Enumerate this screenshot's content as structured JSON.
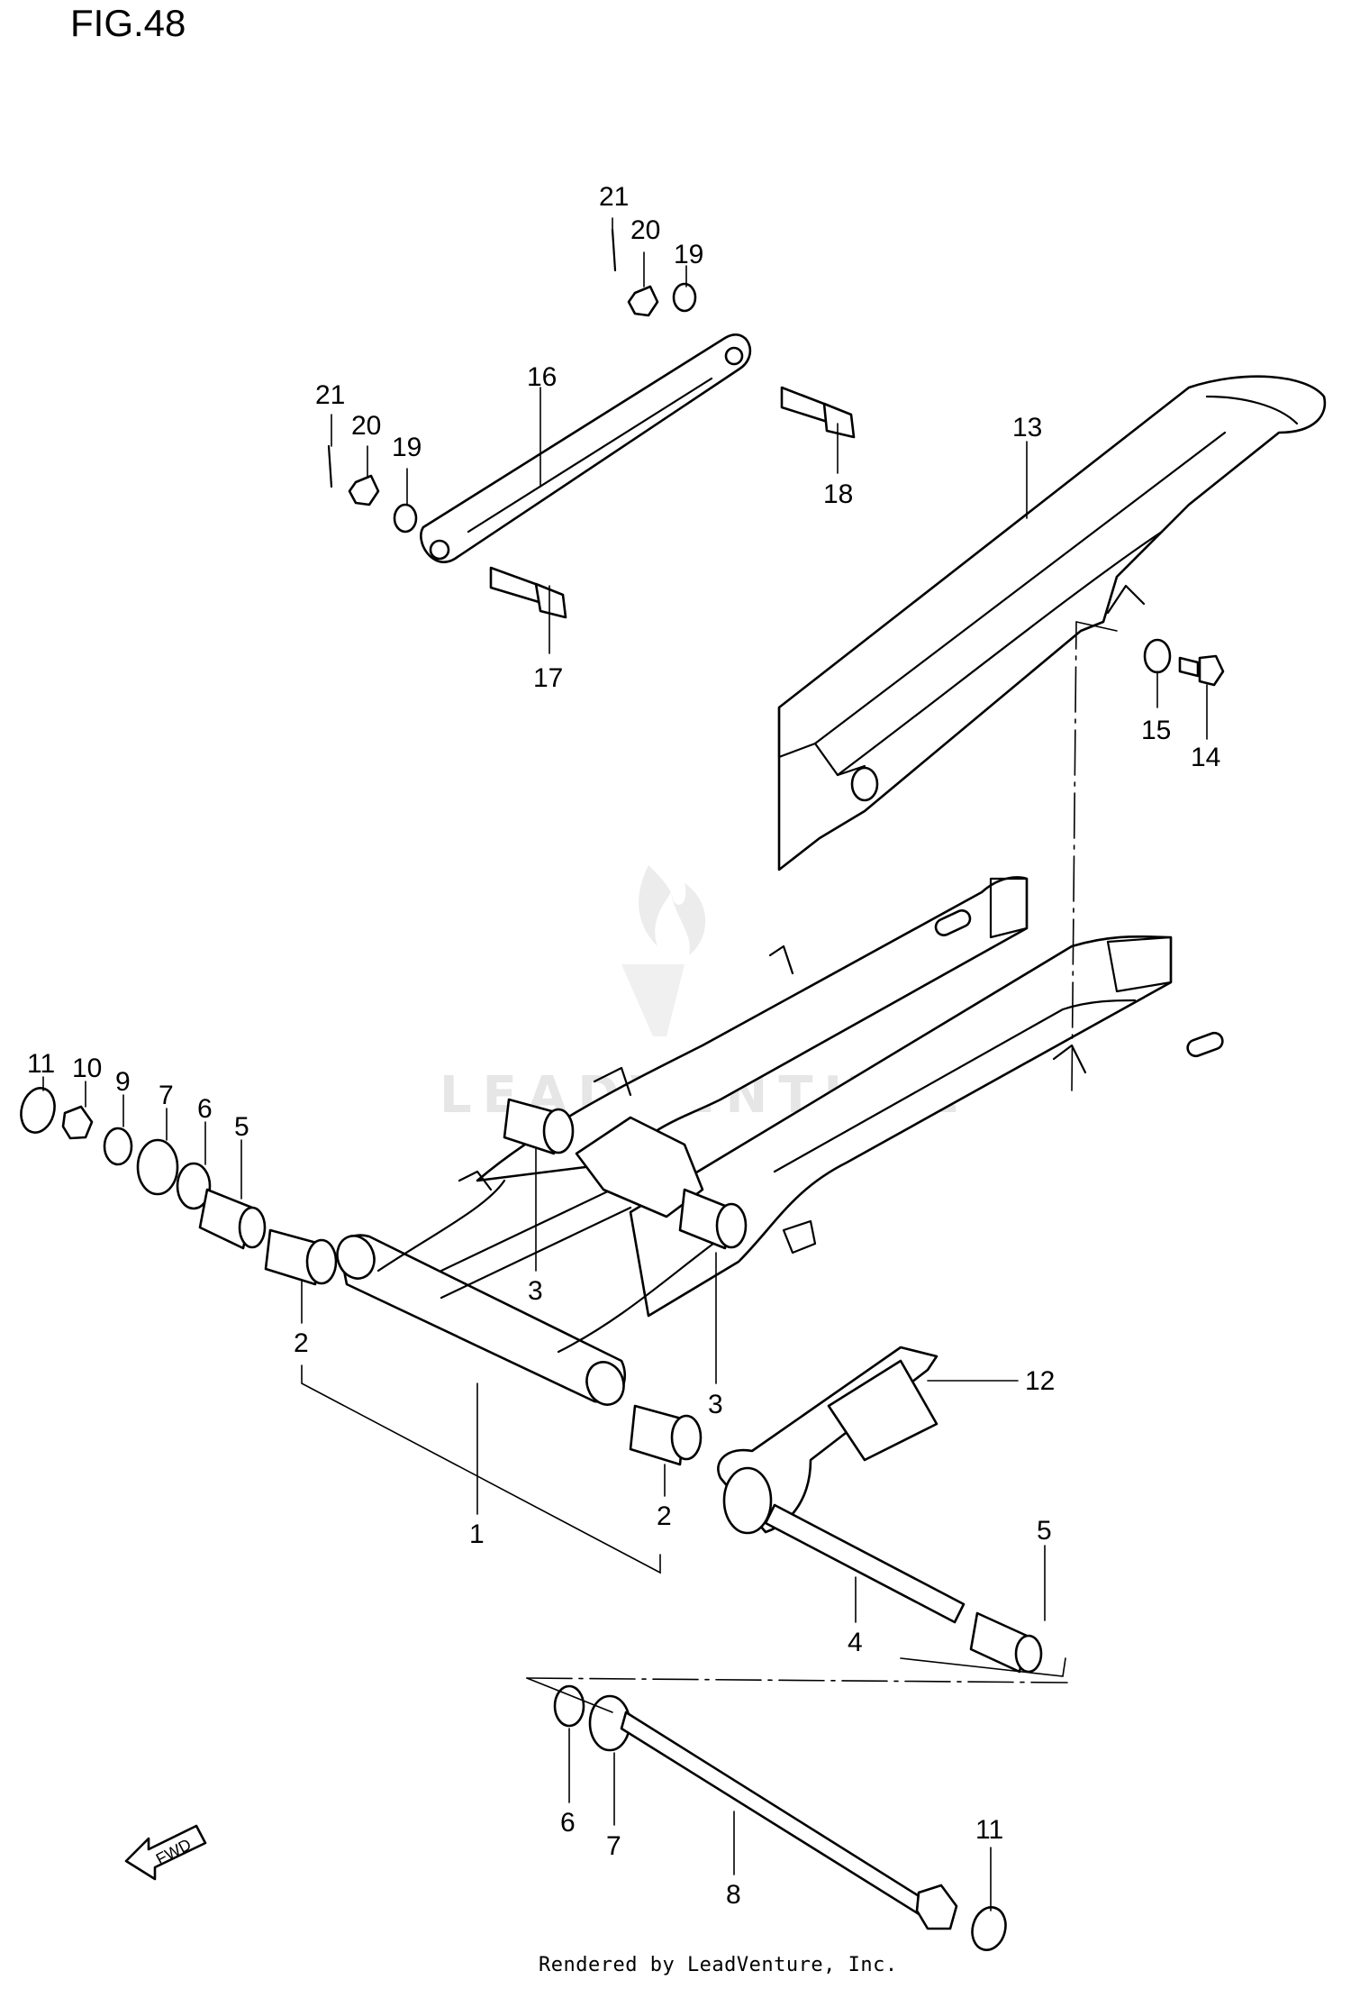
{
  "figure_title": "FIG.48",
  "footer_text": "Rendered by LeadVenture, Inc.",
  "watermark_text": "LEADVENTURE",
  "direction_arrow_label": "FWD",
  "callouts": {
    "c1": "1",
    "c2a": "2",
    "c2b": "2",
    "c3a": "3",
    "c3b": "3",
    "c4": "4",
    "c5a": "5",
    "c5b": "5",
    "c6a": "6",
    "c6b": "6",
    "c7a": "7",
    "c7b": "7",
    "c8": "8",
    "c9": "9",
    "c10": "10",
    "c11a": "11",
    "c11b": "11",
    "c12": "12",
    "c13": "13",
    "c14": "14",
    "c15": "15",
    "c16": "16",
    "c17": "17",
    "c18": "18",
    "c19a": "19",
    "c19b": "19",
    "c20a": "20",
    "c20b": "20",
    "c21a": "21",
    "c21b": "21"
  }
}
